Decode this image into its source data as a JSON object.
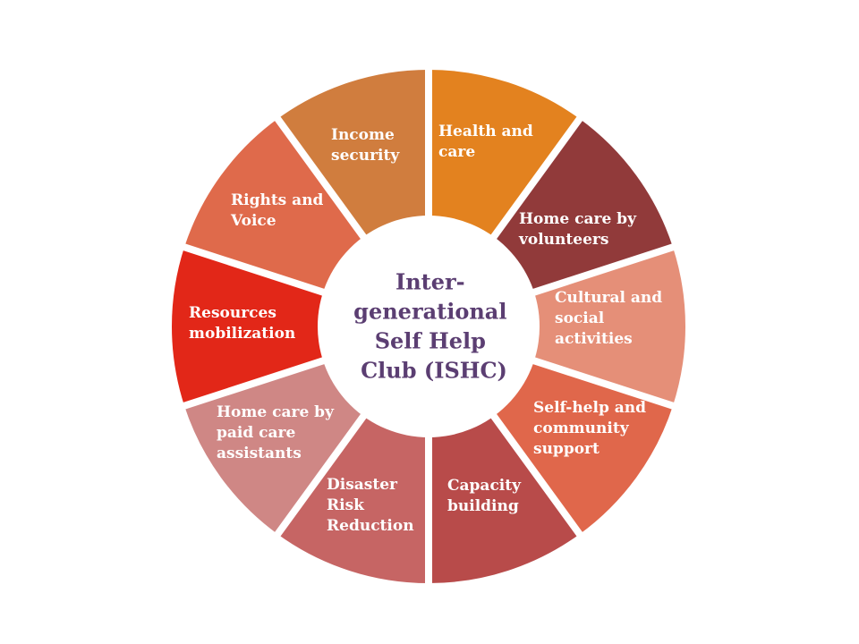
{
  "center": {
    "lines": [
      "Inter-",
      "generational",
      "Self Help",
      "Club (ISHC)"
    ],
    "color": "#5b3e72"
  },
  "segments": [
    {
      "id": "health-and-care",
      "lines": [
        "Health and",
        "care"
      ],
      "color": "#e3821f"
    },
    {
      "id": "home-care-volunteers",
      "lines": [
        "Home care by",
        "volunteers"
      ],
      "color": "#913a3a"
    },
    {
      "id": "cultural-social",
      "lines": [
        "Cultural and",
        "social",
        "activities"
      ],
      "color": "#e58f78"
    },
    {
      "id": "self-help-community",
      "lines": [
        "Self-help and",
        "community",
        "support"
      ],
      "color": "#e0674b"
    },
    {
      "id": "capacity-building",
      "lines": [
        "Capacity",
        "building"
      ],
      "color": "#b84b4a"
    },
    {
      "id": "disaster-risk",
      "lines": [
        "Disaster",
        "Risk",
        "Reduction"
      ],
      "color": "#c66564"
    },
    {
      "id": "home-care-paid",
      "lines": [
        "Home care by",
        "paid care",
        "assistants"
      ],
      "color": "#cf8785"
    },
    {
      "id": "resources-mobilization",
      "lines": [
        "Resources",
        "mobilization"
      ],
      "color": "#e22718"
    },
    {
      "id": "rights-and-voice",
      "lines": [
        "Rights and",
        "Voice"
      ],
      "color": "#df6a4b"
    },
    {
      "id": "income-security",
      "lines": [
        "Income",
        "security"
      ],
      "color": "#d07d3e"
    }
  ],
  "divider_color": "#ffffff",
  "center_fill": "#ffffff"
}
